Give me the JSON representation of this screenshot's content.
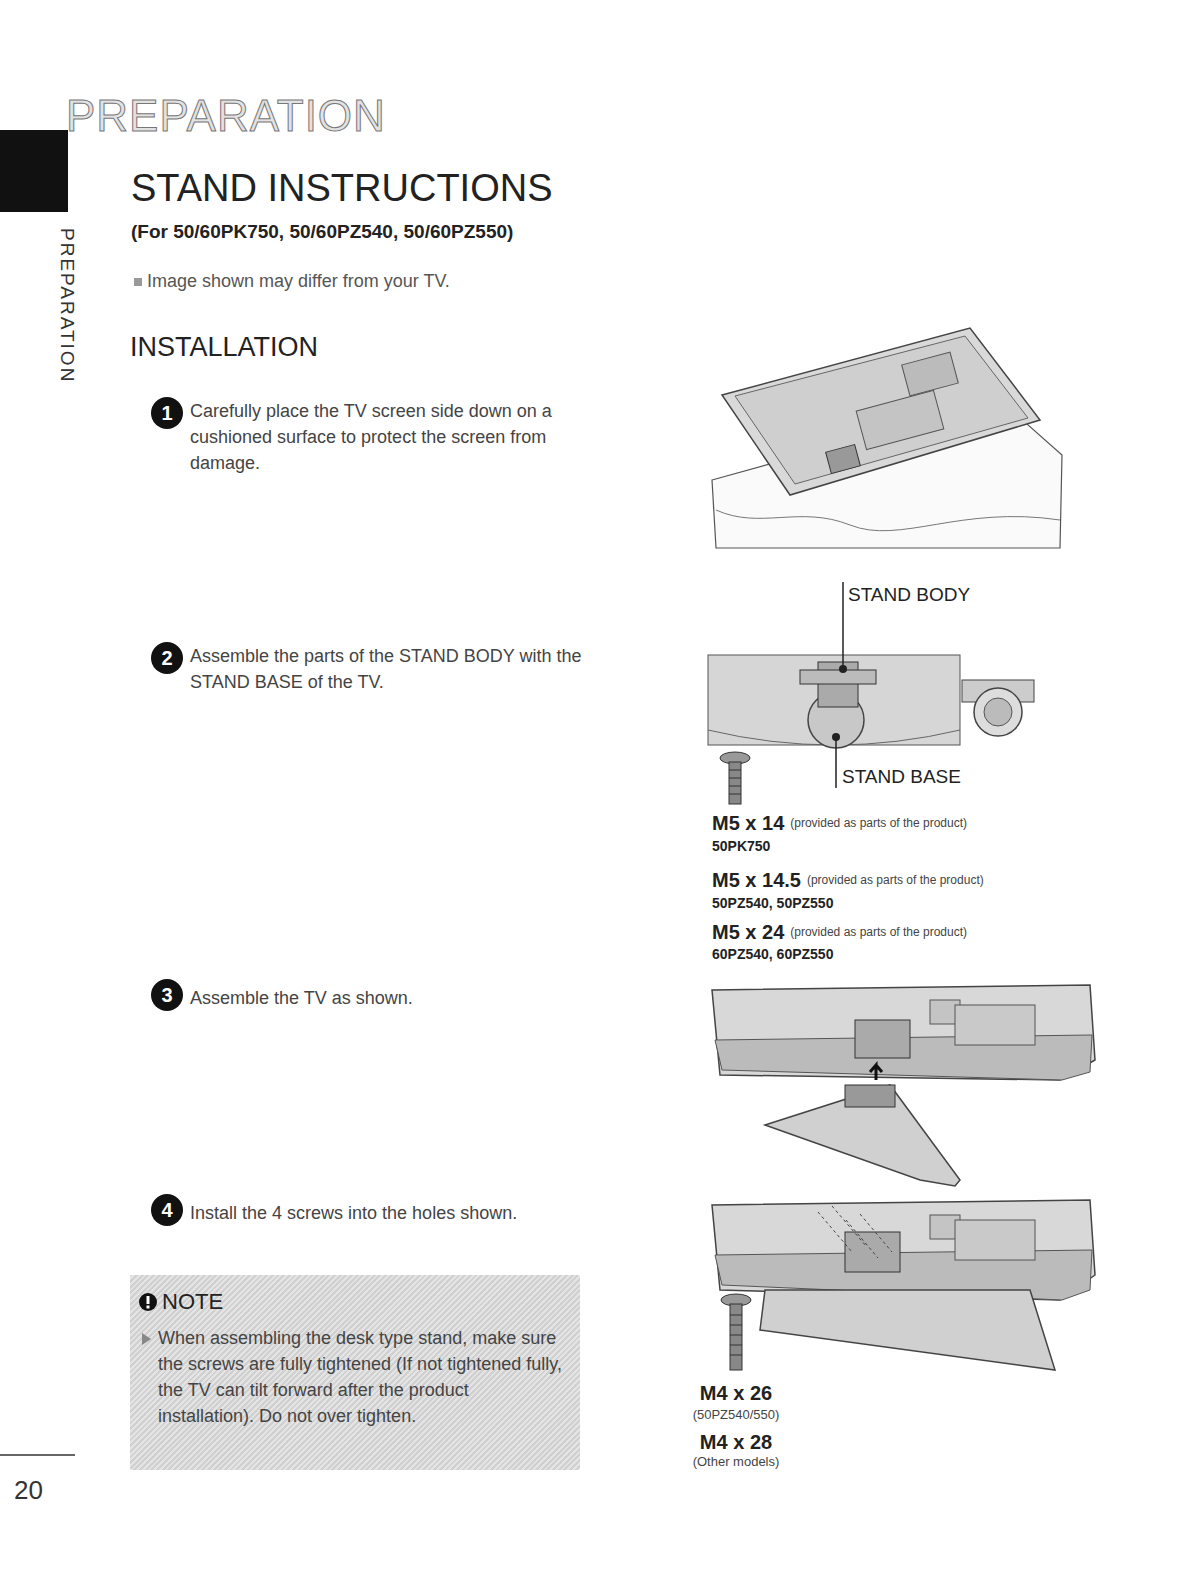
{
  "diagram": {
    "title": "STAND INSTRUCTIONS",
    "nodes": [
      {
        "text": [
          "1"
        ]
      },
      {
        "text": [
          "2"
        ]
      },
      {
        "text": [
          "3"
        ]
      },
      {
        "text": [
          "4"
        ]
      },
      {
        "text": [
          "NOTE",
          "When assembling the desk type stand, make sure the screws are fully tightened (If not tightened fully, the TV can tilt forward after the product installation). Do not over tighten."
        ]
      }
    ],
    "labels": [
      "PREPARATION",
      "PREPARATION",
      "(For 50/60PK750, 50/60PZ540, 50/60PZ550)",
      "Image shown may differ from your TV.",
      "INSTALLATION",
      "Carefully place the TV screen side down on a cushioned surface to protect the screen from damage.",
      "Assemble the parts of the STAND BODY with the STAND BASE of the TV.",
      "Assemble the TV as shown.",
      "Install the 4 screws into the holes shown.",
      "STAND BODY",
      "STAND BASE",
      "M5 x 14",
      "(provided as parts of the product)",
      "50PK750",
      "M5 x 14.5",
      "(provided as parts of the product)",
      "50PZ540, 50PZ550",
      "M5 x 24",
      "(provided as parts of the product)",
      "60PZ540, 60PZ550",
      "M4 x 26",
      "(50PZ540/550)",
      "M4 x 28",
      "(Other models)",
      "20"
    ]
  }
}
